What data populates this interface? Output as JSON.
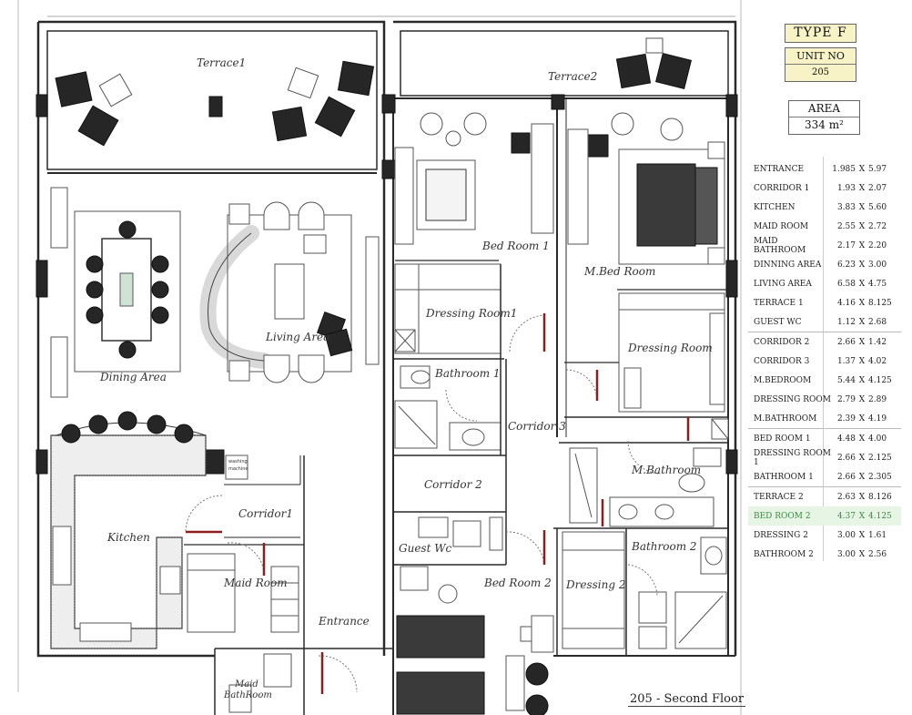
{
  "type_title": "TYPE F",
  "unit_label": "UNIT NO",
  "unit_no": "205",
  "area_label": "AREA",
  "area_value": "334 m²",
  "floor_caption": "205 - Second Floor",
  "rooms": [
    {
      "name": "ENTRANCE",
      "w": "1.985",
      "x": "X",
      "h": "5.97"
    },
    {
      "name": "CORRIDOR 1",
      "w": "1.93",
      "x": "X",
      "h": "2.07"
    },
    {
      "name": "KITCHEN",
      "w": "3.83",
      "x": "X",
      "h": "5.60"
    },
    {
      "name": "MAID ROOM",
      "w": "2.55",
      "x": "X",
      "h": "2.72"
    },
    {
      "name": "MAID BATHROOM",
      "w": "2.17",
      "x": "X",
      "h": "2.20"
    },
    {
      "name": "DINNING AREA",
      "w": "6.23",
      "x": "X",
      "h": "3.00"
    },
    {
      "name": "LIVING AREA",
      "w": "6.58",
      "x": "X",
      "h": "4.75"
    },
    {
      "name": "TERRACE 1",
      "w": "4.16",
      "x": "X",
      "h": "8.125"
    },
    {
      "name": "GUEST WC",
      "w": "1.12",
      "x": "X",
      "h": "2.68"
    },
    {
      "name": "CORRIDOR 2",
      "w": "2.66",
      "x": "X",
      "h": "1.42"
    },
    {
      "name": "CORRIDOR 3",
      "w": "1.37",
      "x": "X",
      "h": "4.02"
    },
    {
      "name": "M.BEDROOM",
      "w": "5.44",
      "x": "X",
      "h": "4.125"
    },
    {
      "name": "DRESSING ROOM",
      "w": "2.79",
      "x": "X",
      "h": "2.89"
    },
    {
      "name": "M.BATHROOM",
      "w": "2.39",
      "x": "X",
      "h": "4.19"
    },
    {
      "name": "BED ROOM 1",
      "w": "4.48",
      "x": "X",
      "h": "4.00"
    },
    {
      "name": "DRESSING ROOM 1",
      "w": "2.66",
      "x": "X",
      "h": "2.125"
    },
    {
      "name": "BATHROOM 1",
      "w": "2.66",
      "x": "X",
      "h": "2.305"
    },
    {
      "name": "TERRACE 2",
      "w": "2.63",
      "x": "X",
      "h": "8.126"
    },
    {
      "name": "BED ROOM 2",
      "w": "4.37",
      "x": "X",
      "h": "4.125"
    },
    {
      "name": "DRESSING 2",
      "w": "3.00",
      "x": "X",
      "h": "1.61"
    },
    {
      "name": "BATHROOM 2",
      "w": "3.00",
      "x": "X",
      "h": "2.56"
    }
  ],
  "plan_labels": {
    "terrace1": "Terrace1",
    "terrace2": "Terrace2",
    "bedroom1": "Bed Room 1",
    "mbedroom": "M.Bed Room",
    "dressing_room1": "Dressing Room1",
    "dressing_room": "Dressing Room",
    "dining_area": "Dining Area",
    "living_area": "Living Area",
    "bathroom1": "Bathroom 1",
    "corridor3": "Corridor 3",
    "corridor2": "Corridor 2",
    "mbathroom": "M.Bathroom",
    "kitchen": "Kitchen",
    "corridor1": "Corridor1",
    "maid_room": "Maid Room",
    "guest_wc": "Guest Wc",
    "bedroom2": "Bed Room 2",
    "dressing2": "Dressing 2",
    "bathroom2": "Bathroom 2",
    "entrance": "Entrance",
    "maid_bathroom_1": "Maid",
    "maid_bathroom_2": "BathRoom",
    "washing_1": "washing",
    "washing_2": "machine"
  },
  "highlight_room": "BED ROOM 2",
  "colors": {
    "highlight": "#3c8b45",
    "title_fill": "#f7f3c6",
    "door_accent": "#8b1f1f"
  }
}
